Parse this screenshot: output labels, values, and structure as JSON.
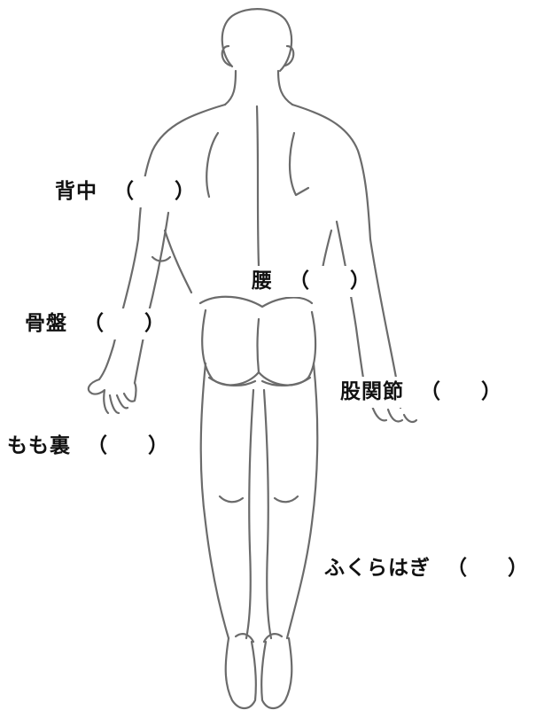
{
  "bracket_text": "【",
  "labels": [
    {
      "name": "背中",
      "open": "（",
      "close": "）"
    },
    {
      "name": "腰",
      "open": "（",
      "close": "）"
    },
    {
      "name": "骨盤",
      "open": "（",
      "close": "）"
    },
    {
      "name": "股関節",
      "open": "（",
      "close": "）"
    },
    {
      "name": "もも裏",
      "open": "（",
      "close": "）"
    },
    {
      "name": "ふくらはぎ",
      "open": "（",
      "close": "）"
    }
  ]
}
